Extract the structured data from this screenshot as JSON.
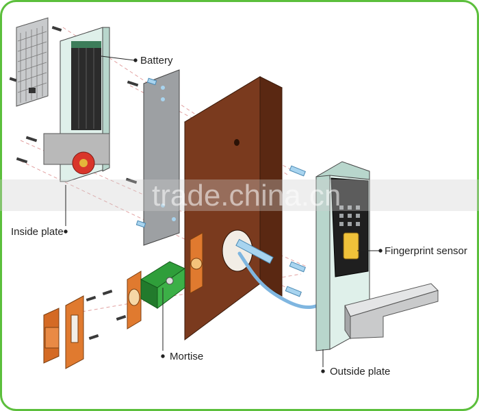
{
  "labels": {
    "battery": "Battery",
    "inside_plate": "Inside plate",
    "fingerprint_sensor": "Fingerprint sensor",
    "mortise": "Mortise",
    "outside_plate": "Outside plate"
  },
  "watermark": "trade.china.cn",
  "colors": {
    "frame_border": "#5cbf3c",
    "door_front": "#7a3a1e",
    "door_top": "#9a5530",
    "door_side": "#5a2812",
    "inside_plate": "#dff0ea",
    "battery_cell": "#2b2b2b",
    "red_knob": "#d9352a",
    "mortise_green": "#2f9e3a",
    "strike_orange": "#e07a2f",
    "cable_blue": "#7fb6e0",
    "sensor_dark": "#1f1f1f",
    "handle_gray": "#c9cacb",
    "pin_blue": "#a8d4ef"
  }
}
